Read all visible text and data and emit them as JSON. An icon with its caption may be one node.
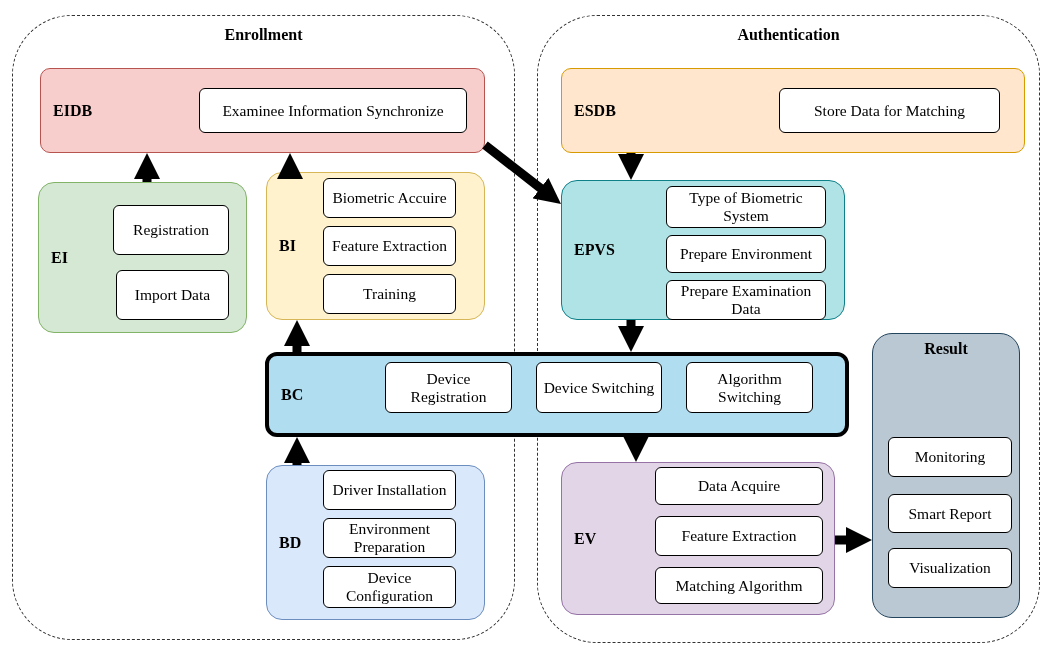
{
  "diagram": {
    "nodes": [
      {
        "text": [
          "Enrollment"
        ]
      },
      {
        "text": [
          "EIDB"
        ],
        "in": 0
      },
      {
        "text": [
          "Examinee Information Synchronize"
        ],
        "in": 1
      },
      {
        "text": [
          "EI"
        ],
        "in": 0
      },
      {
        "text": [
          "Registration"
        ],
        "in": 3
      },
      {
        "text": [
          "Import Data"
        ],
        "in": 3
      },
      {
        "text": [
          "BI"
        ],
        "in": 0
      },
      {
        "text": [
          "Biometric Accuire"
        ],
        "in": 6
      },
      {
        "text": [
          "Feature Extraction"
        ],
        "in": 6
      },
      {
        "text": [
          "Training"
        ],
        "in": 6
      },
      {
        "text": [
          "BD"
        ],
        "in": 0
      },
      {
        "text": [
          "Driver Installation"
        ],
        "in": 10
      },
      {
        "text": [
          "Environment Preparation"
        ],
        "in": 10
      },
      {
        "text": [
          "Device Configuration"
        ],
        "in": 10
      },
      {
        "text": [
          "Authentication"
        ]
      },
      {
        "text": [
          "ESDB"
        ],
        "in": 14
      },
      {
        "text": [
          "Store Data for Matching"
        ],
        "in": 15
      },
      {
        "text": [
          "EPVS"
        ],
        "in": 14
      },
      {
        "text": [
          "Type of Biometric System"
        ],
        "in": 17
      },
      {
        "text": [
          "Prepare Environment"
        ],
        "in": 17
      },
      {
        "text": [
          "Prepare Examination Data"
        ],
        "in": 17
      },
      {
        "text": [
          "BC"
        ]
      },
      {
        "text": [
          "Device Registration"
        ]
      },
      {
        "text": [
          "Device Switching"
        ]
      },
      {
        "text": [
          "Algorithm Switching"
        ]
      },
      {
        "text": [
          "EV"
        ],
        "in": 14
      },
      {
        "text": [
          "Data Acquire"
        ],
        "in": 25
      },
      {
        "text": [
          "Feature Extraction"
        ],
        "in": 25
      },
      {
        "text": [
          "Matching Algorithm"
        ],
        "in": 25
      },
      {
        "text": [
          "Result"
        ],
        "in": 14
      },
      {
        "text": [
          "Monitoring"
        ],
        "in": 29
      },
      {
        "text": [
          "Smart Report"
        ],
        "in": 29
      },
      {
        "text": [
          "Visualization"
        ],
        "in": 29
      }
    ],
    "edges": [
      {
        "from": 3,
        "to": 1,
        "arrow": "to"
      },
      {
        "from": 6,
        "to": 1,
        "arrow": "to"
      },
      {
        "from": 21,
        "to": 6,
        "arrow": "to"
      },
      {
        "from": 10,
        "to": 21,
        "arrow": "to"
      },
      {
        "from": 1,
        "to": 17,
        "arrow": "to"
      },
      {
        "from": 15,
        "to": 17,
        "arrow": "to"
      },
      {
        "from": 17,
        "to": 21,
        "arrow": "to"
      },
      {
        "from": 21,
        "to": 25,
        "arrow": "to"
      },
      {
        "from": 25,
        "to": 29,
        "arrow": "to"
      }
    ]
  }
}
